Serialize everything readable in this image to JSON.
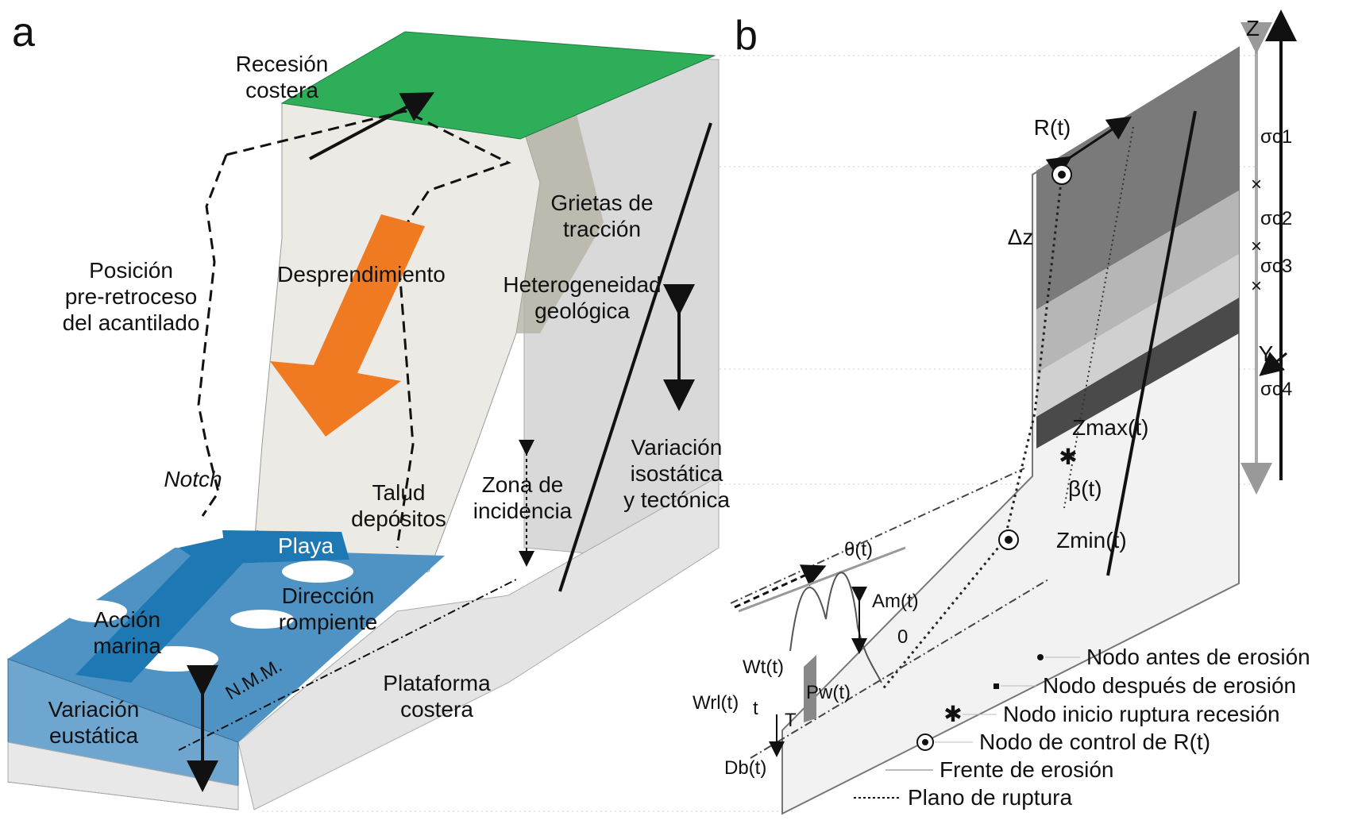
{
  "panels": {
    "a": {
      "letter": "a",
      "labels": {
        "recesion_1": "Recesión",
        "recesion_2": "costera",
        "grietas_1": "Grietas de",
        "grietas_2": "tracción",
        "posicion_1": "Posición",
        "posicion_2": "pre-retroceso",
        "posicion_3": "del acantilado",
        "desprendimiento": "Desprendimiento",
        "heterogeneidad_1": "Heterogeneidad",
        "heterogeneidad_2": "geológica",
        "notch": "Notch",
        "talud_1": "Talud",
        "talud_2": "depósitos",
        "zona_1": "Zona de",
        "zona_2": "incidencia",
        "variacion_iso_1": "Variación",
        "variacion_iso_2": "isostática",
        "variacion_iso_3": "y tectónica",
        "playa": "Playa",
        "direccion_1": "Dirección",
        "direccion_2": "rompiente",
        "accion_1": "Acción",
        "accion_2": "marina",
        "nmm": "N.M.M.",
        "plataforma_1": "Plataforma",
        "plataforma_2": "costera",
        "variacion_eus_1": "Variación",
        "variacion_eus_2": "eustática"
      }
    },
    "b": {
      "letter": "b",
      "labels": {
        "z_axis": "Z",
        "y_axis": "Y",
        "r_t": "R(t)",
        "delta_z": "Δz",
        "sigma_c1": "σc1",
        "sigma_c2": "σc2",
        "sigma_c3": "σc3",
        "sigma_c4": "σc4",
        "z_max": "Zmax(t)",
        "beta": "β(t)",
        "z_min": "Zmin(t)",
        "theta": "θ(t)",
        "a_m": "Am(t)",
        "zero": "0",
        "w_t": "Wt(t)",
        "w_rl": "Wrl(t)",
        "t_small": "t",
        "t_big": "T",
        "p_w": "Pw(t)",
        "d_b": "Db(t)"
      },
      "legend": [
        {
          "symbol": "dot",
          "label": "Nodo antes de erosión"
        },
        {
          "symbol": "square",
          "label": "Nodo después de erosión"
        },
        {
          "symbol": "star",
          "label": "Nodo inicio ruptura recesión"
        },
        {
          "symbol": "target",
          "label": "Nodo de control de R(t)"
        },
        {
          "symbol": "thin-line",
          "label": "Frente de erosión"
        },
        {
          "symbol": "dashed-line",
          "label": "Plano de ruptura"
        }
      ]
    }
  },
  "colors": {
    "grass": "#2fae5a",
    "orange_arrow": "#f07a22",
    "sea": "#4f93c4",
    "playa_arrow": "#1e78b4",
    "rock": "#dcdcdc",
    "cliff_face": "#e7e5df",
    "layer_dark": "#5e5e5e",
    "layer_mid": "#9b9b9b",
    "layer_light": "#c9c9c9"
  }
}
